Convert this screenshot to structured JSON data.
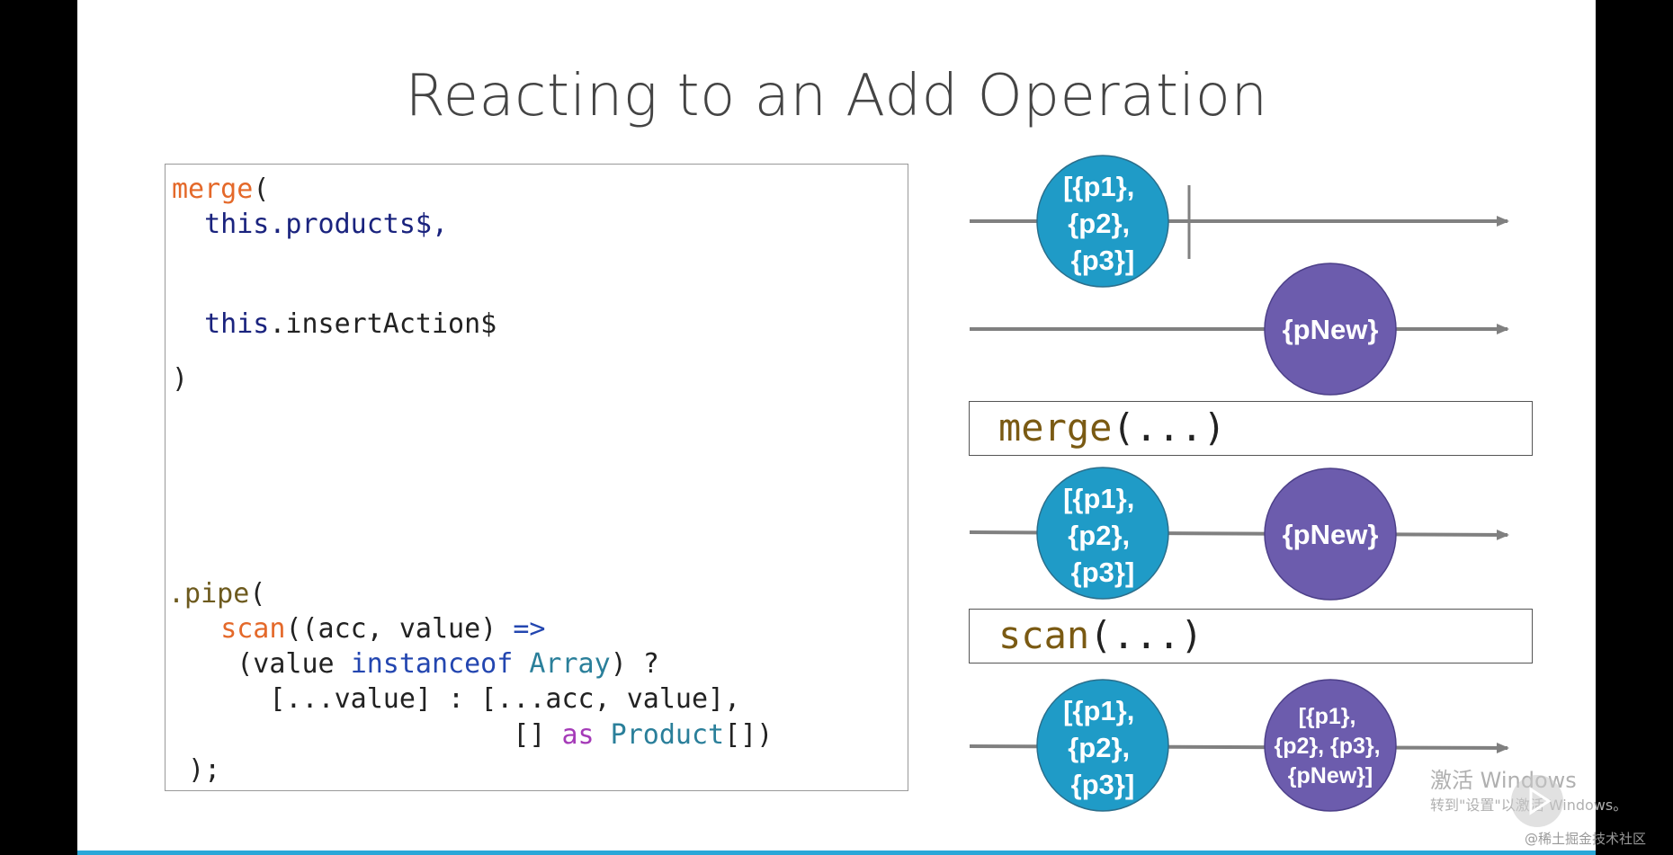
{
  "slide": {
    "title": "Reacting to an Add Operation"
  },
  "code": {
    "merge_fn": "merge",
    "merge_open": "(",
    "this1": "this",
    "products": ".products$,",
    "this2": "this",
    "insert": ".insertAction$",
    "merge_close": ")",
    "pipe": ".pipe",
    "pipe_open": "(",
    "scan": "scan",
    "scan_args_1": "((acc, value) ",
    "arrow": "=>",
    "cond_open": "(value ",
    "instanceof": "instanceof",
    "array": "Array",
    "cond_close": ") ?",
    "branch": "[...value] : [...acc, value],",
    "seed_open": "[] ",
    "as": "as",
    "product": "Product",
    "seed_close": "[])",
    "end": ");"
  },
  "diagram": {
    "marble_p": [
      "[{p1},",
      "{p2},",
      "{p3}]"
    ],
    "marble_new": "{pNew}",
    "marble_result": [
      "[{p1},",
      "{p2}, {p3},",
      "{pNew}]"
    ],
    "merge_op": {
      "name": "merge",
      "args": "(...)"
    },
    "scan_op": {
      "name": "scan",
      "args": "(...)"
    },
    "colors": {
      "teal": "#1f9bc7",
      "purple": "#6c5cad",
      "line": "#808080"
    }
  },
  "overlay": {
    "activate_title": "激活 Windows",
    "activate_sub": "转到\"设置\"以激活 Windows。",
    "credit": "@稀土掘金技术社区",
    "icon": "play-icon"
  }
}
